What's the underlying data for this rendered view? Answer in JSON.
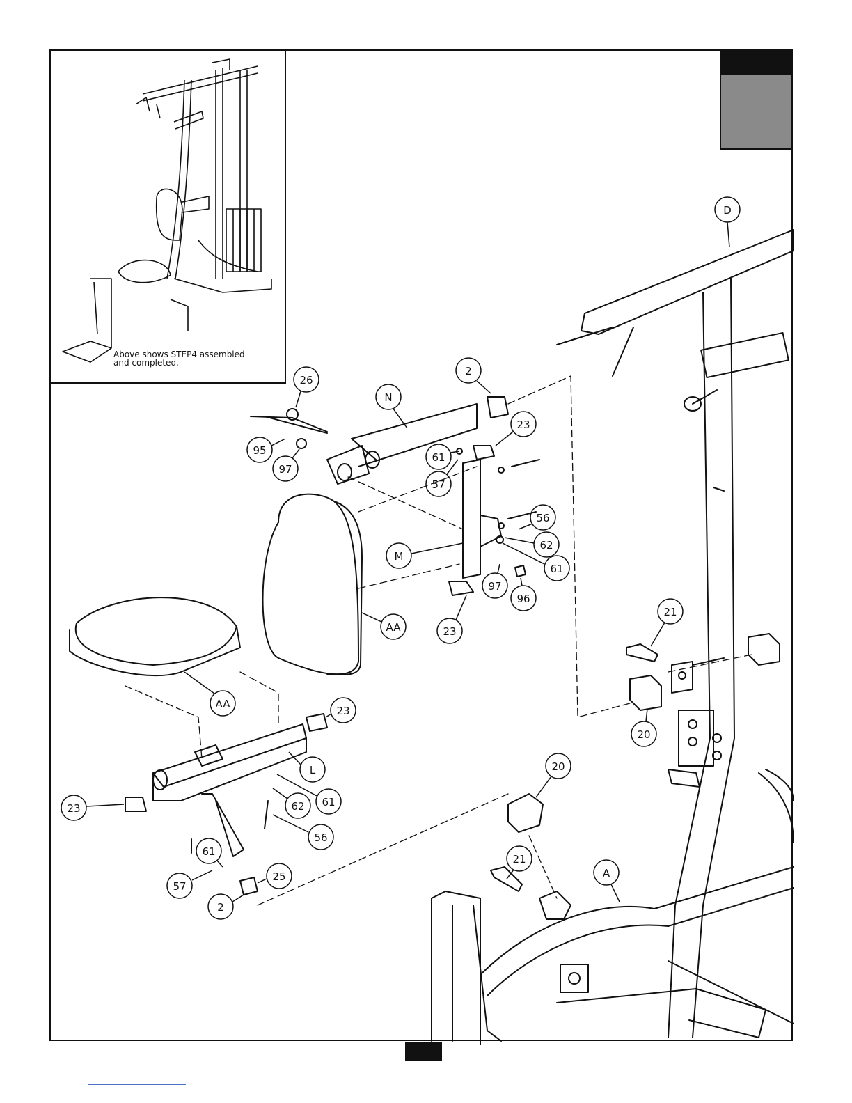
{
  "inset": {
    "caption_line1": "Above shows STEP4 assembled",
    "caption_line2": "and completed."
  },
  "callouts": [
    {
      "id": "D",
      "label": "D"
    },
    {
      "id": "26",
      "label": "26"
    },
    {
      "id": "N",
      "label": "N"
    },
    {
      "id": "2a",
      "label": "2"
    },
    {
      "id": "23a",
      "label": "23"
    },
    {
      "id": "95",
      "label": "95"
    },
    {
      "id": "97a",
      "label": "97"
    },
    {
      "id": "61a",
      "label": "61"
    },
    {
      "id": "57a",
      "label": "57"
    },
    {
      "id": "56a",
      "label": "56"
    },
    {
      "id": "62a",
      "label": "62"
    },
    {
      "id": "M",
      "label": "M"
    },
    {
      "id": "61b",
      "label": "61"
    },
    {
      "id": "97b",
      "label": "97"
    },
    {
      "id": "96",
      "label": "96"
    },
    {
      "id": "23b",
      "label": "23"
    },
    {
      "id": "AAa",
      "label": "AA"
    },
    {
      "id": "21a",
      "label": "21"
    },
    {
      "id": "20a",
      "label": "20"
    },
    {
      "id": "AAb",
      "label": "AA"
    },
    {
      "id": "23c",
      "label": "23"
    },
    {
      "id": "L",
      "label": "L"
    },
    {
      "id": "61c",
      "label": "61"
    },
    {
      "id": "62b",
      "label": "62"
    },
    {
      "id": "23d",
      "label": "23"
    },
    {
      "id": "56b",
      "label": "56"
    },
    {
      "id": "20b",
      "label": "20"
    },
    {
      "id": "61d",
      "label": "61"
    },
    {
      "id": "25",
      "label": "25"
    },
    {
      "id": "21b",
      "label": "21"
    },
    {
      "id": "A",
      "label": "A"
    },
    {
      "id": "57b",
      "label": "57"
    },
    {
      "id": "2b",
      "label": "2"
    }
  ],
  "colors": {
    "ink": "#111111",
    "tab_gray": "#8a8a8a"
  }
}
